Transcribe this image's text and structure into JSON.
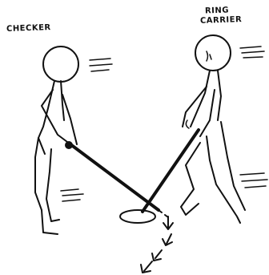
{
  "labels": {
    "checker": "CHECKER",
    "ring_carrier_line1": "RING",
    "ring_carrier_line2": "CARRIER"
  },
  "colors": {
    "ink": "#111111",
    "background": "#ffffff"
  }
}
